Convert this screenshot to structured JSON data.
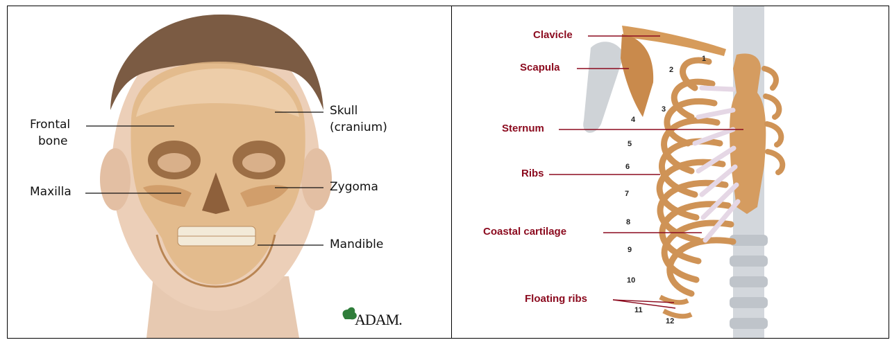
{
  "left_panel": {
    "labels": {
      "frontal": "Frontal bone",
      "frontal_l1": "Frontal",
      "frontal_l2": "bone",
      "skull_l1": "Skull",
      "skull_l2": "(cranium)",
      "maxilla": "Maxilla",
      "zygoma": "Zygoma",
      "mandible": "Mandible"
    },
    "logo": "A.D.A.M.",
    "logo_text": "ADAM."
  },
  "right_panel": {
    "labels": {
      "clavicle": "Clavicle",
      "scapula": "Scapula",
      "sternum": "Sternum",
      "ribs": "Ribs",
      "coastal": "Coastal cartilage",
      "floating": "Floating ribs"
    },
    "rib_numbers": [
      "1",
      "2",
      "3",
      "4",
      "5",
      "6",
      "7",
      "8",
      "9",
      "10",
      "11",
      "12"
    ]
  },
  "colors": {
    "label_red": "#8b0a1e",
    "bone": "#d9a567",
    "skin": "#e8cbb3",
    "hair": "#7a5a42",
    "cartilage": "#e6d8e6"
  }
}
